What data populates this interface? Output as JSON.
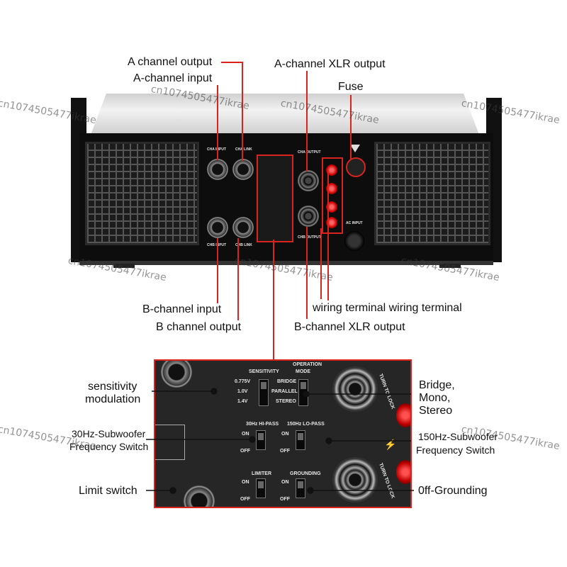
{
  "colors": {
    "accent": "#d9241d"
  },
  "labels": {
    "a_output": "A channel output",
    "a_input": "A-channel input",
    "a_xlr": "A-channel XLR output",
    "fuse": "Fuse",
    "b_input": "B-channel input",
    "b_output": "B channel output",
    "b_xlr": "B-channel XLR output",
    "wiring": "wiring terminal wiring terminal",
    "sens_1": "sensitivity",
    "sens_2": "modulation",
    "bridge_1": "Bridge,",
    "bridge_2": "Mono,",
    "bridge_3": "Stereo",
    "hz30_1": "30Hz-Subwoofer",
    "hz30_2": "Frequency Switch",
    "hz150_1": "150Hz-Subwoofer",
    "hz150_2": "Frequency Switch",
    "limit": "Limit switch",
    "ground": "0ff-Grounding"
  },
  "watermark": "cn1074505477ikrae",
  "panel": {
    "cha_input": "CHA INPUT",
    "cha_link": "CHA LINK",
    "chb_input": "CHB INPUT",
    "chb_link": "CHB LINK",
    "cha_output": "CHA OUTPUT",
    "chb_output": "CHB OUTPUT",
    "ac_input": "AC INPUT"
  },
  "inset": {
    "sensitivity": "SENSITIVITY",
    "operation": "OPERATION",
    "mode": "MODE",
    "v1": "0.775V",
    "v2": "1.0V",
    "v3": "1.4V",
    "bridge": "BRIDGE",
    "parallel": "PARALLEL",
    "stereo": "STEREO",
    "hipass": "30Hz HI-PASS",
    "lopass": "150Hz LO-PASS",
    "on": "ON",
    "off": "OFF",
    "limiter": "LIMITER",
    "grounding": "GROUNDING",
    "turn_lock": "TURN TO LOCK"
  }
}
